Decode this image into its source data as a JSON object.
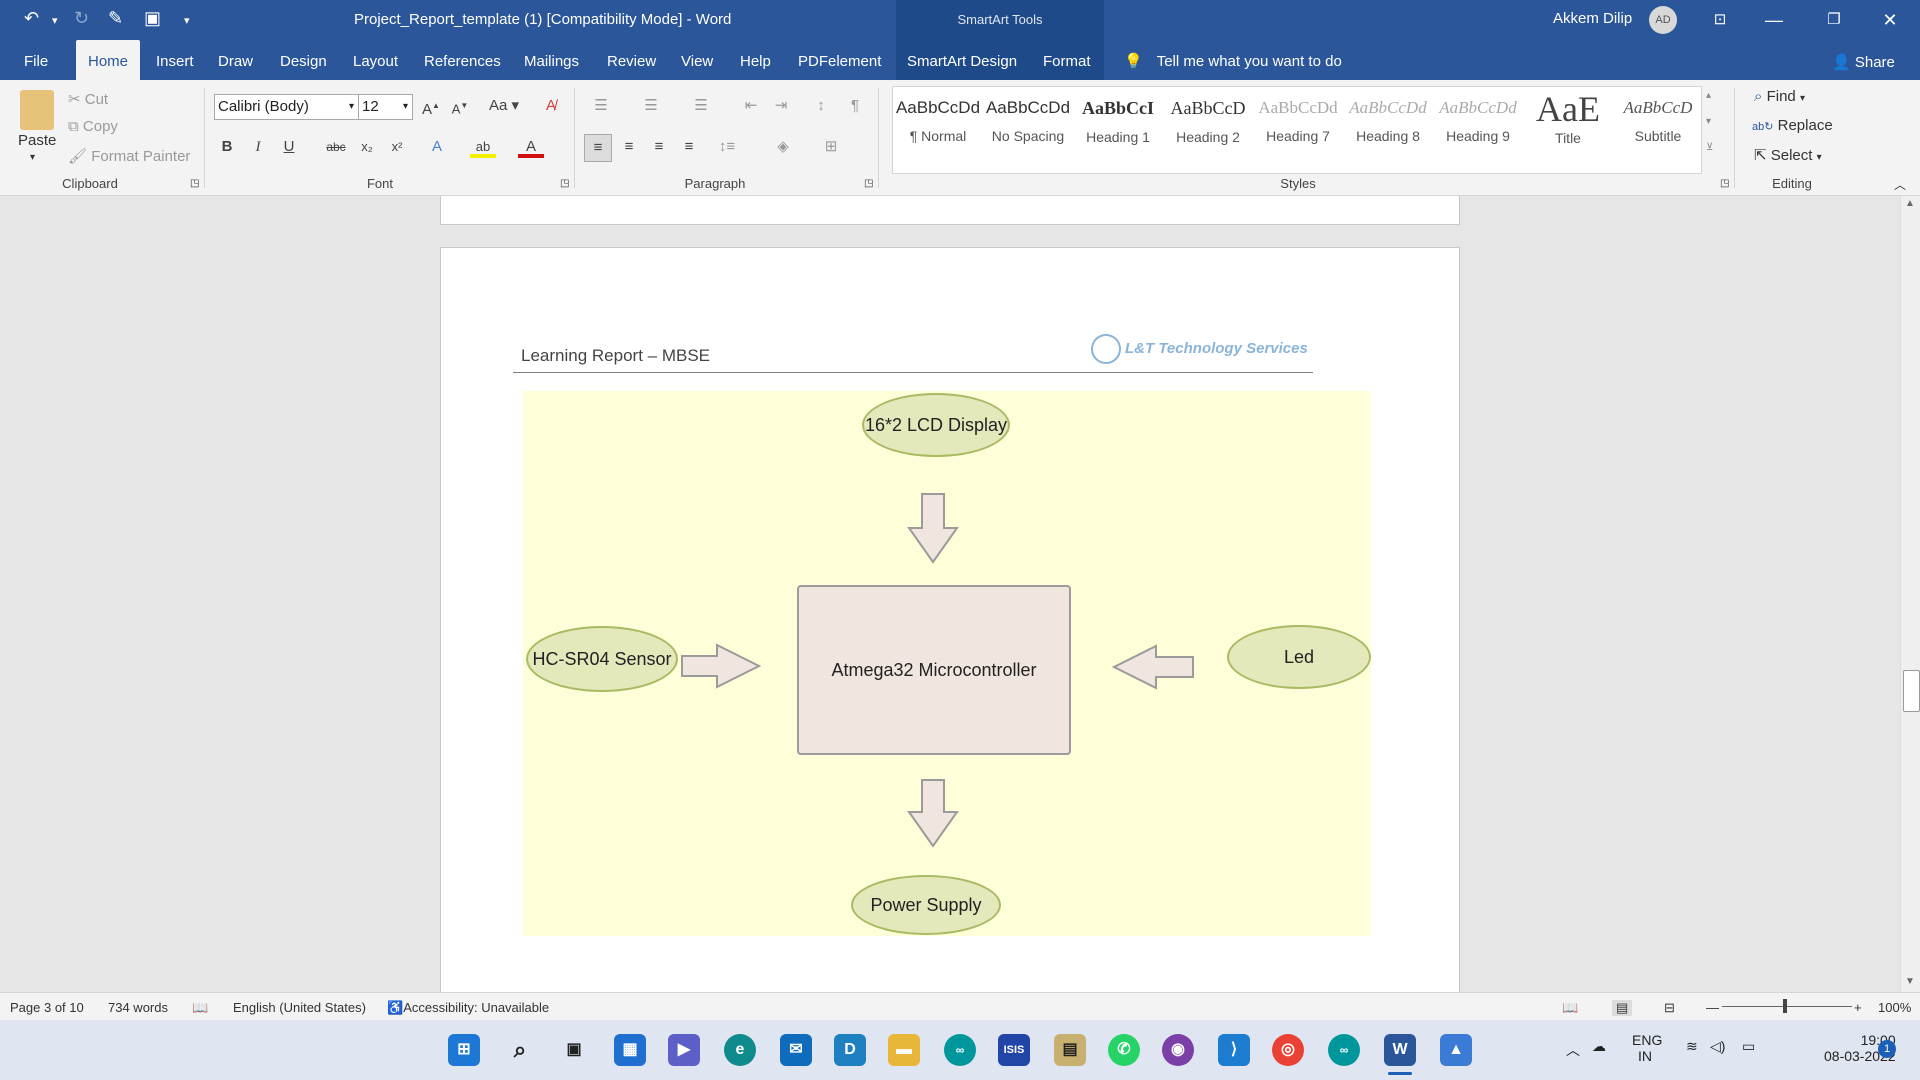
{
  "titlebar": {
    "doc_title": "Project_Report_template (1) [Compatibility Mode]  -  Word",
    "context_tools": "SmartArt Tools",
    "user_name": "Akkem Dilip",
    "user_initials": "AD"
  },
  "tabs": [
    "File",
    "Home",
    "Insert",
    "Draw",
    "Design",
    "Layout",
    "References",
    "Mailings",
    "Review",
    "View",
    "Help",
    "PDFelement",
    "SmartArt Design",
    "Format"
  ],
  "tell_me": "Tell me what you want to do",
  "share": "Share",
  "ribbon": {
    "clipboard": {
      "paste": "Paste",
      "cut": "Cut",
      "copy": "Copy",
      "format_painter": "Format Painter",
      "label": "Clipboard"
    },
    "font": {
      "family": "Calibri (Body)",
      "size": "12",
      "label": "Font"
    },
    "paragraph": {
      "label": "Paragraph"
    },
    "styles": {
      "label": "Styles",
      "items": [
        {
          "preview": "AaBbCcDd",
          "name": "¶ Normal"
        },
        {
          "preview": "AaBbCcDd",
          "name": "No Spacing"
        },
        {
          "preview": "AaBbCcI",
          "name": "Heading 1"
        },
        {
          "preview": "AaBbCcD",
          "name": "Heading 2"
        },
        {
          "preview": "AaBbCcDd",
          "name": "Heading 7"
        },
        {
          "preview": "AaBbCcDd",
          "name": "Heading 8"
        },
        {
          "preview": "AaBbCcDd",
          "name": "Heading 9"
        },
        {
          "preview": "AaE",
          "name": "Title"
        },
        {
          "preview": "AaBbCcD",
          "name": "Subtitle"
        }
      ]
    },
    "editing": {
      "find": "Find",
      "replace": "Replace",
      "select": "Select",
      "label": "Editing"
    }
  },
  "document": {
    "header_text": "Learning Report – MBSE",
    "header_logo": "L&T Technology Services",
    "diagram": {
      "top": "16*2 LCD Display",
      "left": "HC-SR04 Sensor",
      "center": "Atmega32 Microcontroller",
      "right": "Led",
      "bottom": "Power Supply"
    }
  },
  "status": {
    "page": "Page 3 of 10",
    "words": "734 words",
    "language": "English (United States)",
    "accessibility": "Accessibility: Unavailable",
    "zoom": "100%"
  },
  "tray": {
    "lang_top": "ENG",
    "lang_bottom": "IN",
    "time": "19:00",
    "date": "08-03-2022",
    "badge": "1"
  }
}
